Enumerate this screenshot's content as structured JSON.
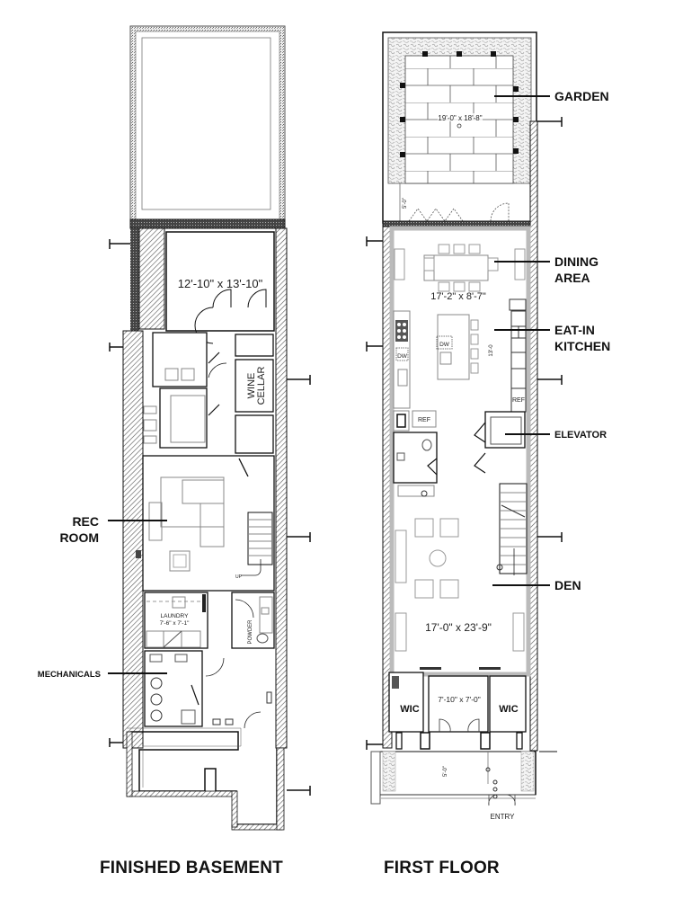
{
  "floors": [
    {
      "title": "FINISHED BASEMENT",
      "rooms": {
        "yard_dims": "",
        "front_room_dims": "12'-10\" x 13'-10\"",
        "wine_cellar_1": "WINE",
        "wine_cellar_2": "CELLAR",
        "laundry_name": "LAUNDRY",
        "laundry_dims": "7'-6\" x 7'-1\"",
        "powder": "POWDER",
        "stair_up": "UP"
      },
      "callouts": {
        "rec_room_1": "REC",
        "rec_room_2": "ROOM",
        "mechanicals": "MECHANICALS"
      }
    },
    {
      "title": "FIRST FLOOR",
      "rooms": {
        "garden_dims": "19'-0\" x 18'-8\"",
        "garden_depth": "5'-0\"",
        "dining_dims": "17'-2\" x 8'-7\"",
        "kitchen_len": "13'-0",
        "dw1": "DW",
        "dw2": "DW",
        "ref1": "REF",
        "ref2": "REF",
        "den_dims": "17'-0\" x 23'-9\"",
        "foyer_dims": "7'-10\" x 7'-0\"",
        "wic1": "WIC",
        "wic2": "WIC",
        "stoop_depth": "5'-0\"",
        "entry": "ENTRY"
      },
      "callouts": {
        "garden": "GARDEN",
        "dining_1": "DINING",
        "dining_2": "AREA",
        "kitchen_1": "EAT-IN",
        "kitchen_2": "KITCHEN",
        "elevator": "ELEVATOR",
        "den": "DEN"
      }
    }
  ],
  "colors": {
    "line": "#111111",
    "hatch": "#555555",
    "gray_fill": "#d4d4d4",
    "light_line": "#888888"
  }
}
